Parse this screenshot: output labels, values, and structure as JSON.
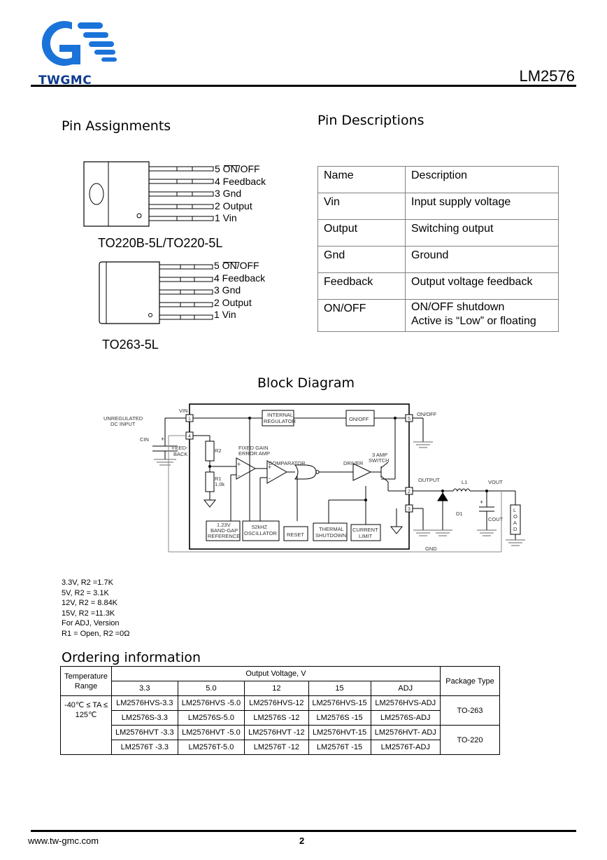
{
  "header": {
    "logo_text": "TWGMC",
    "part_number": "LM2576"
  },
  "pin_assignments": {
    "title": "Pin Assignments",
    "package1": {
      "name": "TO220B-5L/TO220-5L",
      "pins": [
        "5 ON/OFF",
        "4 Feedback",
        "3 Gnd",
        "2 Output",
        "1 Vin"
      ]
    },
    "package2": {
      "name": "TO263-5L",
      "pins": [
        "5 ON/OFF",
        "4 Feedback",
        "3 Gnd",
        "2 Output",
        "1 Vin"
      ]
    }
  },
  "pin_descriptions": {
    "title": "Pin Descriptions",
    "headers": [
      "Name",
      "Description"
    ],
    "rows": [
      [
        "Vin",
        "Input supply voltage",
        ""
      ],
      [
        "Output",
        "Switching output",
        ""
      ],
      [
        "Gnd",
        "Ground",
        ""
      ],
      [
        "Feedback",
        "Output voltage feedback",
        ""
      ],
      [
        "ON/OFF",
        "ON/OFF shutdown",
        "Active is “Low” or floating"
      ]
    ]
  },
  "block_diagram": {
    "title": "Block Diagram",
    "labels": {
      "unregulated": "UNREGULATED",
      "dc_input": "DC INPUT",
      "vin": "VIN",
      "cin": "CIN",
      "feed": "FEED-",
      "back": "BACK",
      "r2": "R2",
      "r1": "R1",
      "r1_val": "1.0k",
      "fixed_gain": "FIXED GAIN",
      "error_amp": "ERROR AMP",
      "comparator": "COMPARATOR",
      "driver": "DRIVER",
      "amp3": "3 AMP",
      "switch": "SWITCH",
      "internal": "INTERNAL",
      "regulator": "REGULATOR",
      "onoff_box": "ON/OFF",
      "onoff_pin": "ON/OFF",
      "output": "OUTPUT",
      "l1": "L1",
      "vout": "VOUT",
      "d1": "D1",
      "cout": "COUT",
      "load": [
        "L",
        "O",
        "A",
        "D"
      ],
      "bandgap1": "1.23V",
      "bandgap2": "BAND-GAP",
      "bandgap3": "REFERENCE",
      "osc1": "52kHZ",
      "osc2": "OSCILLATOR",
      "reset": "RESET",
      "thermal1": "THERMAL",
      "thermal2": "SHUTDOWN",
      "current1": "CURRENT",
      "current2": "LIMIT",
      "gnd": "GND",
      "pin1": "1",
      "pin2": "2",
      "pin3": "3",
      "pin4": "4",
      "pin5": "5",
      "plus": "+",
      "minus": "-"
    }
  },
  "notes": [
    "3.3V, R2 =1.7K",
    "5V, R2 = 3.1K",
    "12V, R2 = 8.84K",
    "15V, R2 =11.3K",
    "For ADJ, Version",
    "R1 = Open, R2 =0Ω"
  ],
  "ordering": {
    "title": "Ordering information",
    "temp_header": "Temperature Range",
    "voltage_header": "Output Voltage, V",
    "package_header": "Package Type",
    "voltages": [
      "3.3",
      "5.0",
      "12",
      "15",
      "ADJ"
    ],
    "temp_range": "-40℃ ≤ TA ≤ 125℃",
    "rows": [
      [
        "LM2576HVS-3.3",
        "LM2576HVS -5.0",
        "LM2576HVS-12",
        "LM2576HVS-15",
        "LM2576HVS-ADJ"
      ],
      [
        "LM2576S-3.3",
        "LM2576S-5.0",
        "LM2576S -12",
        "LM2576S -15",
        "LM2576S-ADJ"
      ],
      [
        "LM2576HVT -3.3",
        "LM2576HVT -5.0",
        "LM2576HVT -12",
        "LM2576HVT-15",
        "LM2576HVT- ADJ"
      ],
      [
        "LM2576T -3.3",
        "LM2576T-5.0",
        "LM2576T -12",
        "LM2576T -15",
        "LM2576T-ADJ"
      ]
    ],
    "packages": [
      "TO-263",
      "TO-220"
    ]
  },
  "footer": {
    "website": "www.tw-gmc.com",
    "page": "2"
  },
  "colors": {
    "logo_blue": "#1a73d9",
    "logo_dark": "#0d3b8e"
  }
}
